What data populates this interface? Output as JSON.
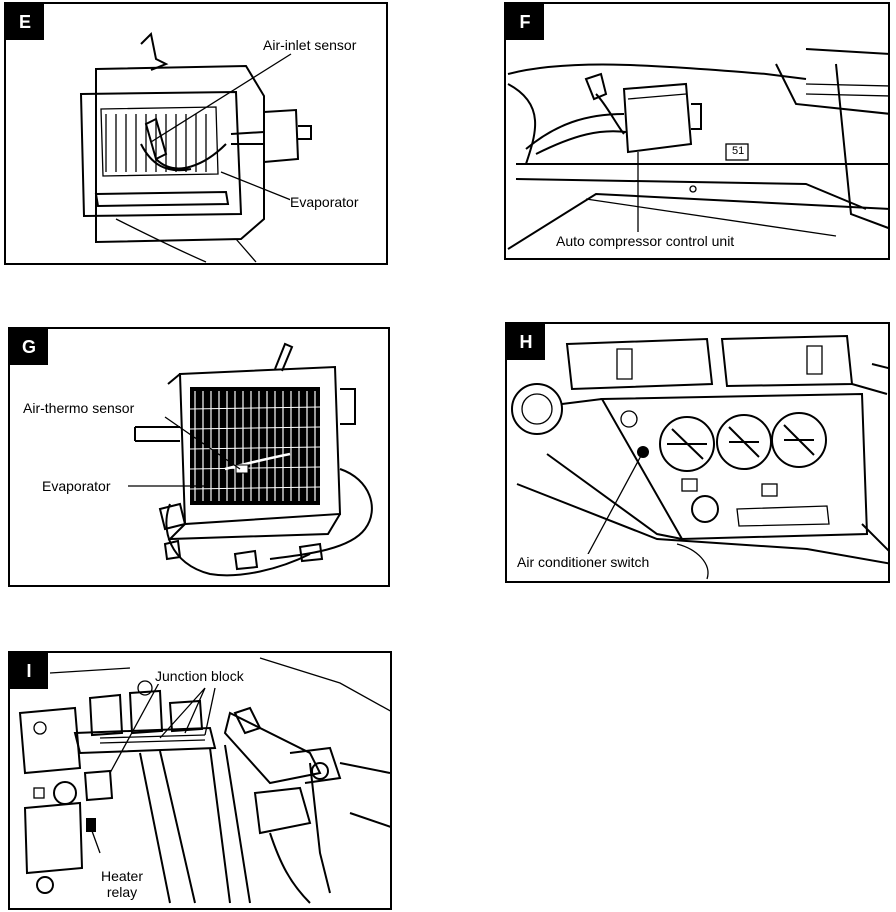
{
  "panels": {
    "E": {
      "letter": "E",
      "labels": [
        "Air-inlet sensor",
        "Evaporator"
      ]
    },
    "F": {
      "letter": "F",
      "labels": [
        "Auto compressor control unit"
      ],
      "plate": "51"
    },
    "G": {
      "letter": "G",
      "labels": [
        "Air-thermo sensor",
        "Evaporator"
      ]
    },
    "H": {
      "letter": "H",
      "labels": [
        "Air conditioner switch"
      ]
    },
    "I": {
      "letter": "I",
      "labels": [
        "Junction block",
        "Heater relay"
      ]
    }
  }
}
